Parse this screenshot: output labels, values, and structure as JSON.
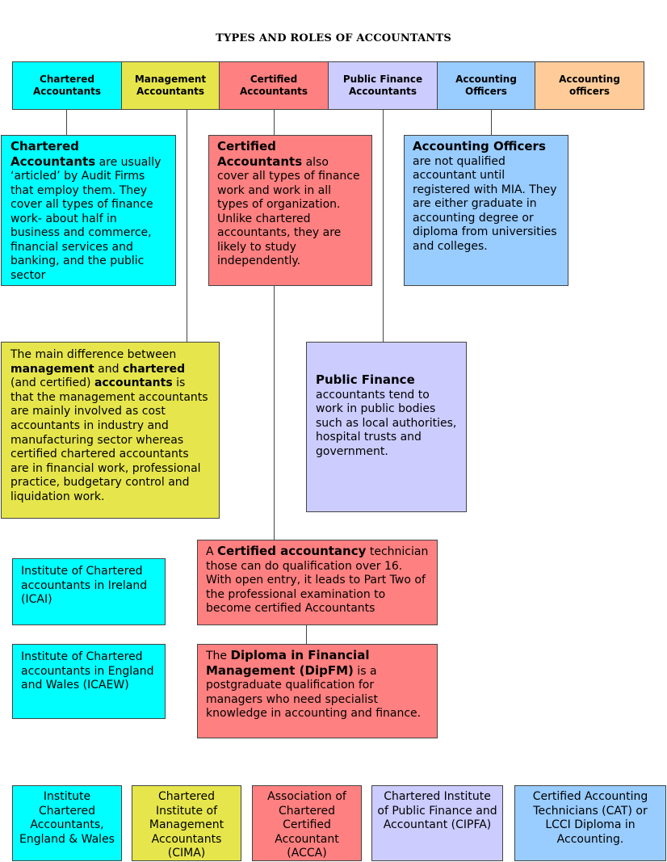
{
  "title": "TYPES AND ROLES OF ACCOUNTANTS",
  "colors": {
    "chartered": "#00ffff",
    "management": "#e6e64c",
    "certified": "#ff8080",
    "public_finance": "#ccccff",
    "accounting_officers": "#99ccff",
    "accounting_officers_header": "#ffcc99"
  },
  "headers": [
    "Chartered Accountants",
    "Management Accountants",
    "Certified Accountants",
    "Public Finance Accountants",
    "Accounting Officers",
    "Accounting officers"
  ],
  "chartered_box": {
    "heading": "Chartered Accountants",
    "text": "are usually ‘articled’ by Audit Firms that employ them. They cover all types of finance work- about half in business and commerce, financial services and banking, and the public sector"
  },
  "certified_box": {
    "heading": "Certified Accountants",
    "text": "also cover all types of finance work and work in all types of organization. Unlike chartered accountants, they are likely to study independently."
  },
  "officers_box": {
    "heading": "Accounting Officers",
    "text": "are not qualified accountant until registered with MIA. They are either graduate in accounting degree or diploma from universities and colleges."
  },
  "management_box": {
    "t1": "The main difference between ",
    "b1": "management",
    "t2": " and ",
    "b2": "chartered",
    "t3": " (and certified) ",
    "b3": "accountants",
    "t4": " is that the management accountants are mainly involved as cost accountants in industry and manufacturing sector whereas certified chartered accountants are in  financial work, professional practice, budgetary control and liquidation work."
  },
  "public_box": {
    "heading": "Public Finance",
    "text": "accountants tend to work in public bodies such as local authorities, hospital trusts and government."
  },
  "technician_box": {
    "pre": "A ",
    "bold": "Certified accountancy",
    "post": " technician those can do qualification over 16. With open entry, it leads to Part Two of the professional examination to become certified Accountants"
  },
  "diploma_box": {
    "pre": "The ",
    "bold": "Diploma in Financial Management (DipFM)",
    "post": " is a postgraduate qualification for managers who need specialist knowledge in accounting and finance."
  },
  "icai": "Institute of Chartered accountants in Ireland (ICAI)",
  "icaew": "Institute of Chartered accountants in England and Wales (ICAEW)",
  "bodies": [
    "Institute Chartered Accountants, England & Wales",
    "Chartered Institute of Management Accountants (CIMA)",
    "Association of Chartered Certified Accountant (ACCA)",
    "Chartered Institute of Public Finance and Accountant (CIPFA)",
    "Certified Accounting Technicians (CAT) or LCCI Diploma in Accounting."
  ]
}
